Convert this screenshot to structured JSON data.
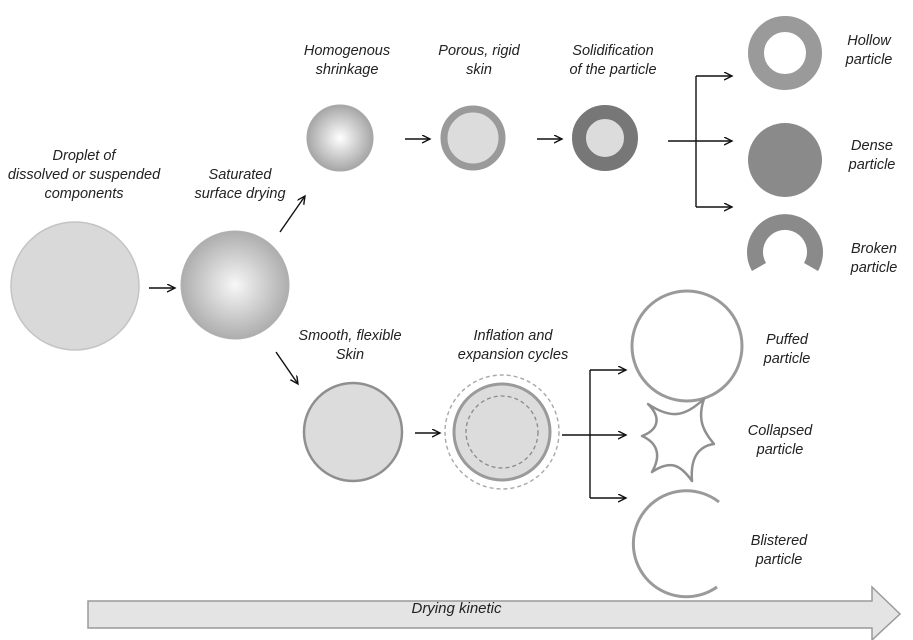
{
  "labels": {
    "droplet": "Droplet of\ndissolved or suspended\ncomponents",
    "saturated": "Saturated\nsurface drying",
    "homogenous": "Homogenous\nshrinkage",
    "porous": "Porous, rigid\nskin",
    "solidification": "Solidification\nof the particle",
    "hollow": "Hollow\nparticle",
    "dense": "Dense\nparticle",
    "broken": "Broken\nparticle",
    "smooth": "Smooth, flexible\nSkin",
    "inflation": "Inflation and\nexpansion cycles",
    "puffed": "Puffed\nparticle",
    "collapsed": "Collapsed\nparticle",
    "blistered": "Blistered\nparticle",
    "drying_kinetic": "Drying kinetic"
  },
  "colors": {
    "light_fill": "#dcdcdc",
    "ring": "#9a9a9a",
    "dark": "#7a7a7a",
    "dense": "#8a8a8a",
    "arrow_band": "#e4e4e4"
  }
}
